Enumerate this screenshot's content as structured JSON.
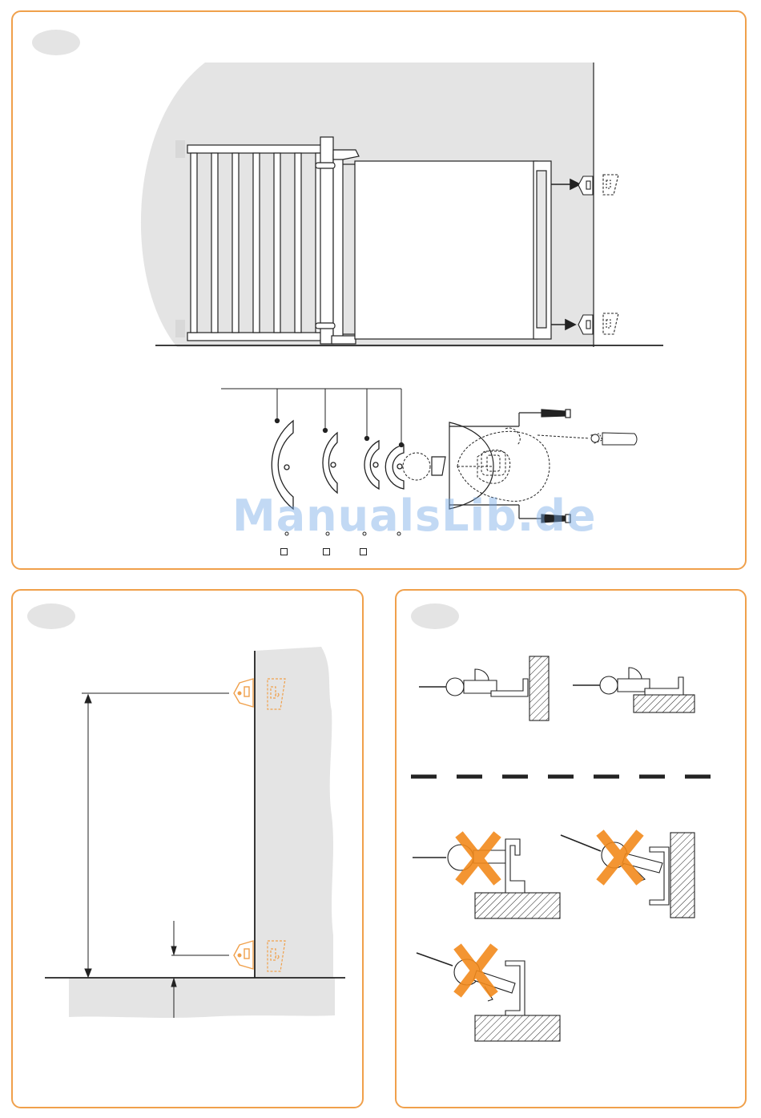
{
  "watermark": {
    "text": "ManualsLib.de"
  },
  "colors": {
    "accent": "#f0a04b",
    "wall_gray": "#e4e4e4",
    "line": "#222222",
    "warning": "#f28a1c"
  },
  "panels": [
    {
      "name": "gate-overview-panel",
      "badge": "step-badge"
    },
    {
      "name": "wall-mount-panel",
      "badge": "step-badge"
    },
    {
      "name": "adapter-panel",
      "badge": "step-badge"
    }
  ]
}
